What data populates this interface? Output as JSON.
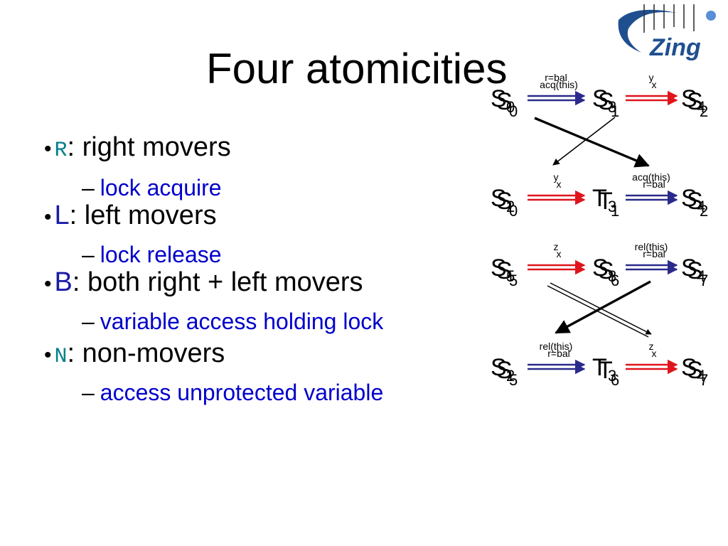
{
  "slide": {
    "title": "Four atomicities",
    "logo_text": "Zing"
  },
  "bullets": [
    {
      "key": "R",
      "key_mono": true,
      "text": ": right movers",
      "sub": "lock acquire"
    },
    {
      "key": "L",
      "key_mono": false,
      "text": ": left movers",
      "sub": "lock release"
    },
    {
      "key": "B",
      "key_mono": false,
      "text": ": both right + left movers",
      "sub": "variable access holding lock"
    },
    {
      "key": "N",
      "key_mono": true,
      "text": ": non-movers",
      "sub": "access unprotected variable"
    }
  ],
  "diagram": {
    "colors": {
      "right": "#e0141c",
      "left": "#2a2a8c",
      "cross": "#000000"
    },
    "rows": [
      {
        "states": [
          {
            "s1": "S",
            "sub1": "0",
            "s2": "S",
            "sub2": "0"
          },
          {
            "s1": "S",
            "sub1": "1",
            "s2": "S",
            "sub2": "3"
          },
          {
            "s1": "S",
            "sub1": "2",
            "s2": "S",
            "sub2": "4"
          }
        ],
        "arrow1": {
          "kind": "left",
          "label_a": "r=bal",
          "label_b": "acq(this)"
        },
        "arrow2": {
          "kind": "right",
          "label_a": "y",
          "label_b": "x"
        }
      },
      {
        "states": [
          {
            "s1": "S",
            "sub1": "0",
            "s2": "S",
            "sub2": "2"
          },
          {
            "s1": "T",
            "sub1": "1",
            "s2": "T",
            "sub2": "3"
          },
          {
            "s1": "S",
            "sub1": "2",
            "s2": "S",
            "sub2": "4"
          }
        ],
        "arrow1": {
          "kind": "right",
          "label_a": "y",
          "label_b": "x"
        },
        "arrow2": {
          "kind": "left",
          "label_a": "acq(this)",
          "label_b": "r=bal"
        }
      },
      {
        "states": [
          {
            "s1": "S",
            "sub1": "5",
            "s2": "S",
            "sub2": "5"
          },
          {
            "s1": "S",
            "sub1": "6",
            "s2": "S",
            "sub2": "8"
          },
          {
            "s1": "S",
            "sub1": "7",
            "s2": "S",
            "sub2": "4"
          }
        ],
        "arrow1": {
          "kind": "right",
          "label_a": "z",
          "label_b": "x"
        },
        "arrow2": {
          "kind": "left",
          "label_a": "rel(this)",
          "label_b": "r=bal"
        }
      },
      {
        "states": [
          {
            "s1": "S",
            "sub1": "5",
            "s2": "S",
            "sub2": "2"
          },
          {
            "s1": "T",
            "sub1": "6",
            "s2": "T",
            "sub2": "3"
          },
          {
            "s1": "S",
            "sub1": "7",
            "s2": "S",
            "sub2": "4"
          }
        ],
        "arrow1": {
          "kind": "left",
          "label_a": "rel(this)",
          "label_b": "r=bal"
        },
        "arrow2": {
          "kind": "right",
          "label_a": "z",
          "label_b": "x"
        }
      }
    ]
  }
}
